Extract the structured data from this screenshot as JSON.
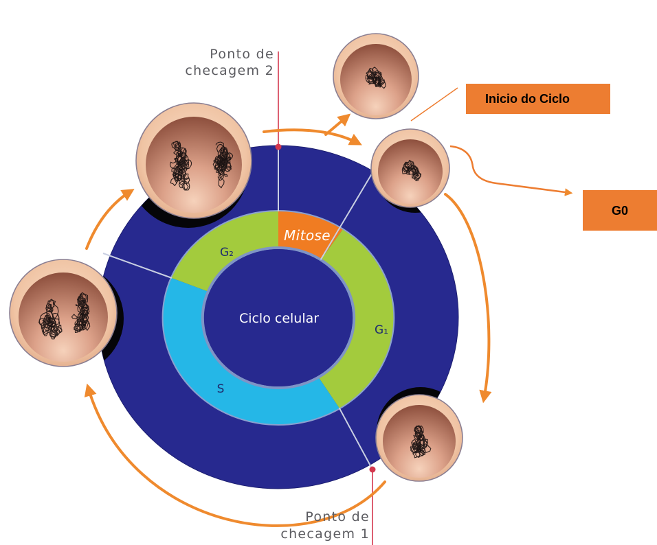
{
  "diagram": {
    "center_label": "Ciclo celular",
    "phases": {
      "mitosis": "Mitose",
      "g1": "G₁",
      "s": "S",
      "g2": "G₂"
    },
    "checkpoints": {
      "checkpoint_2": {
        "line1": "Ponto de",
        "line2": "checagem 2"
      },
      "checkpoint_1": {
        "line1": "Ponto de",
        "line2": "checagem 1"
      }
    },
    "callouts": {
      "cycle_start": "Inicio do Ciclo",
      "g0": "G0"
    }
  },
  "colors": {
    "outer_disc": "#27298f",
    "phase_mitosis": "#f07c22",
    "phase_g1": "#a3cb3d",
    "phase_s": "#25b7e7",
    "phase_g2": "#a3cb3d",
    "arrows": "#ef8a2e",
    "checkpoint_line": "#d4374e",
    "callout_box": "#ed7d31"
  }
}
